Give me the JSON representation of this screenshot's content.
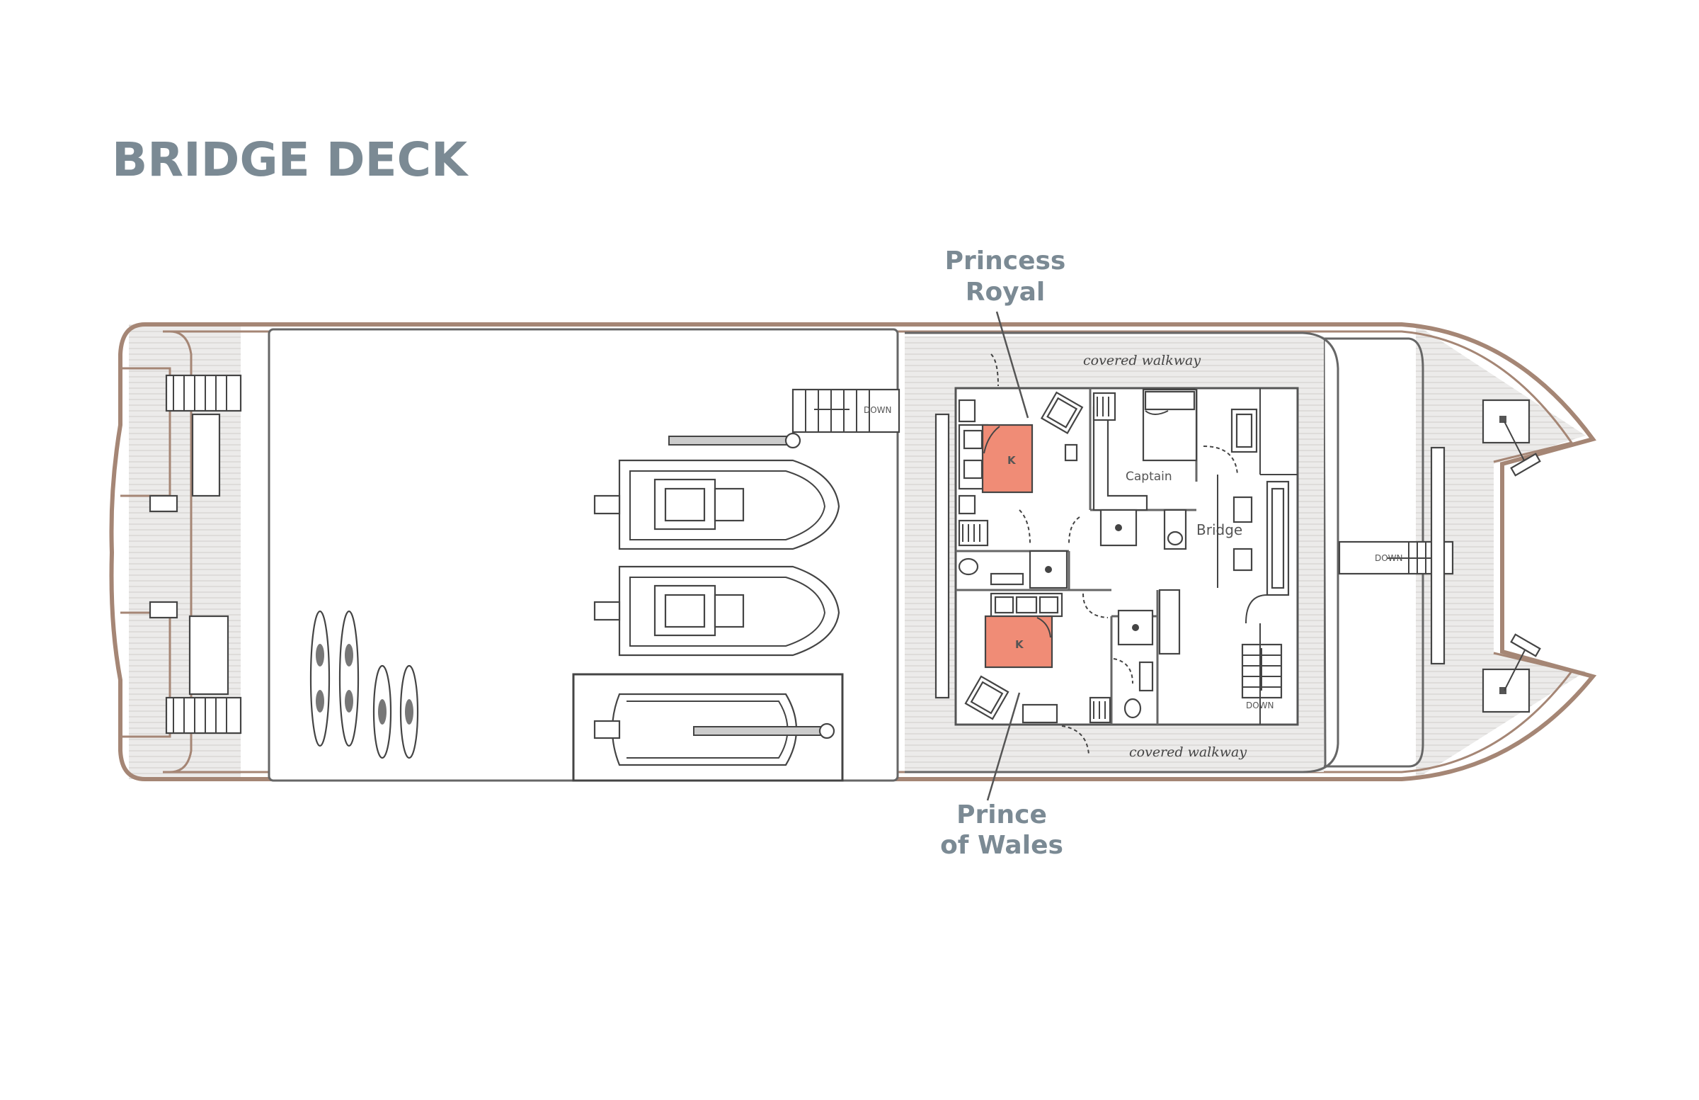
{
  "title": "BRIDGE DECK",
  "cabins": {
    "upper": {
      "line1": "Princess",
      "line2": "Royal"
    },
    "lower": {
      "line1": "Prince",
      "line2": "of Wales"
    }
  },
  "rooms": {
    "captain": "Captain",
    "bridge": "Bridge"
  },
  "bed_label": "K",
  "walkway_top": "covered walkway",
  "walkway_bottom": "covered walkway",
  "stairs_down": "DOWN",
  "colors": {
    "title": "#7b8a94",
    "hull": "#a58675",
    "bed": "#f08c76",
    "walls": "#666666"
  }
}
